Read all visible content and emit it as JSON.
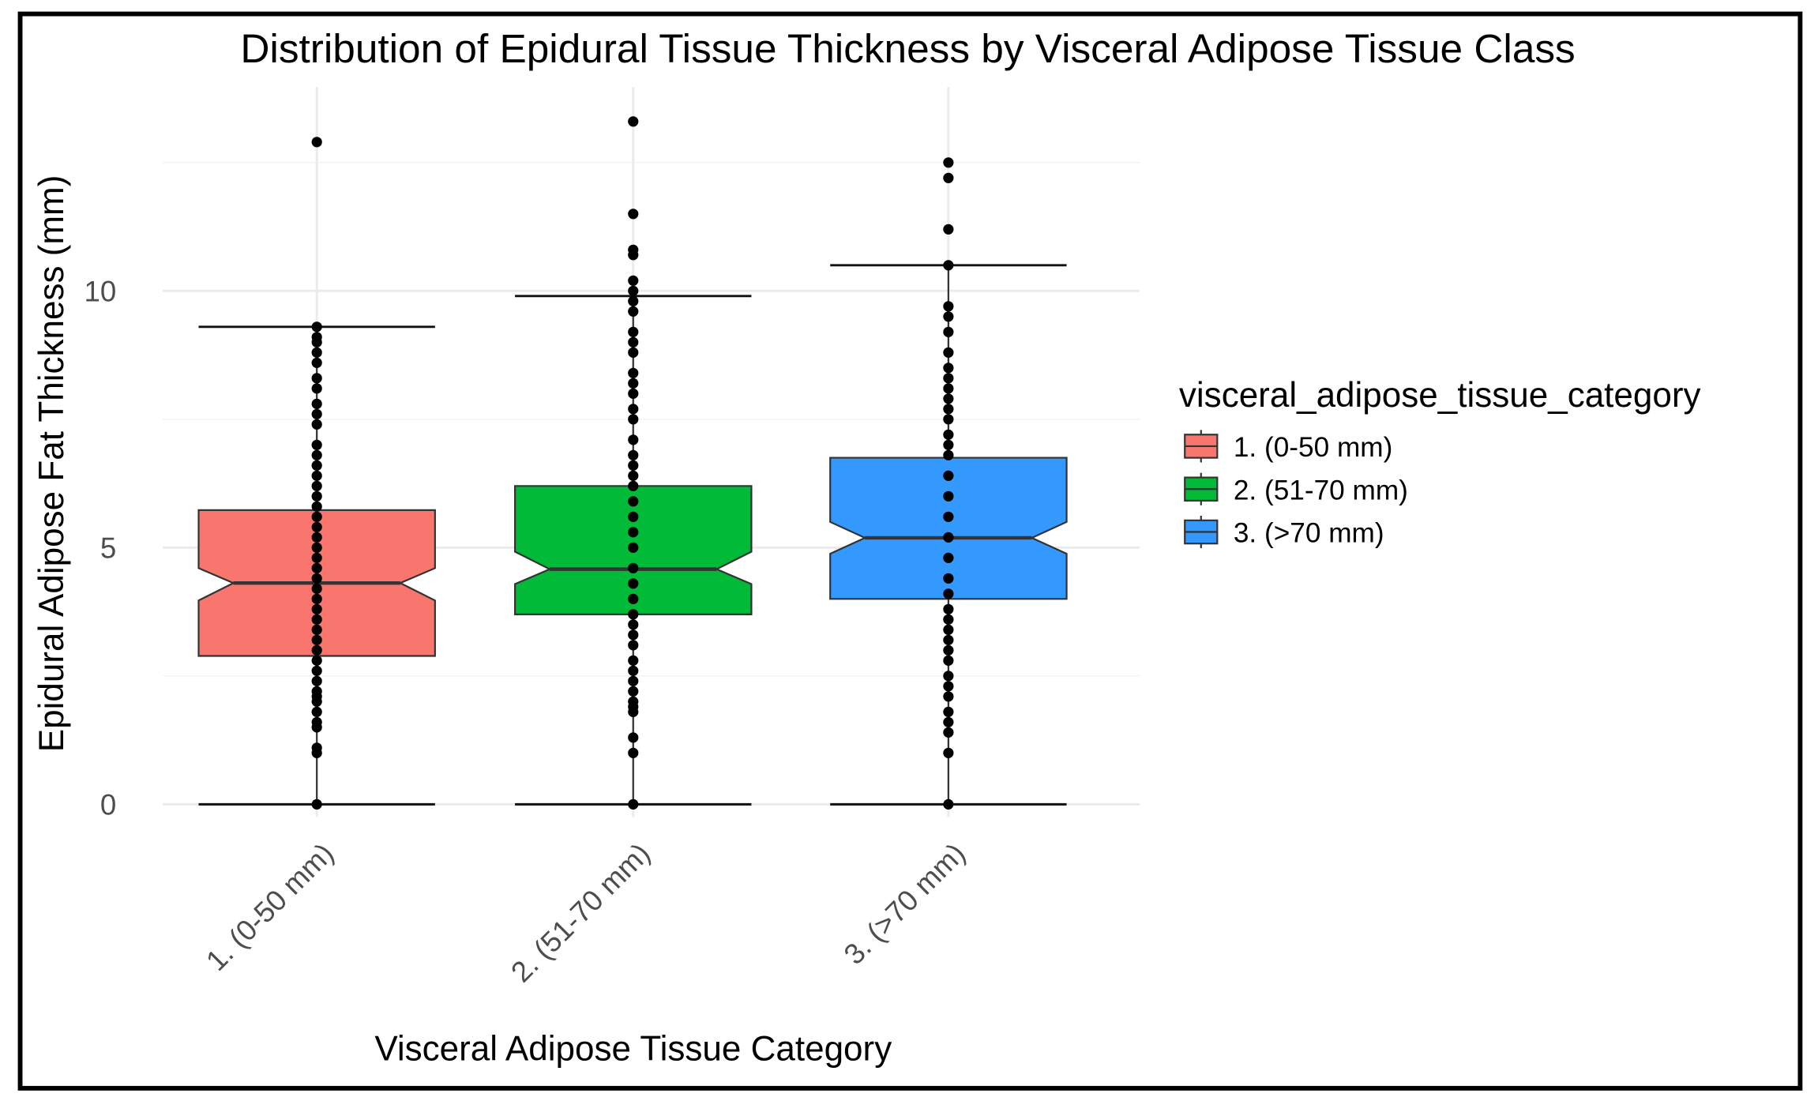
{
  "chart_data": {
    "type": "boxplot",
    "title": "Distribution of Epidural Tissue Thickness by Visceral Adipose Tissue Class",
    "xlabel": "Visceral Adipose Tissue Category",
    "ylabel": "Epidural Adipose Fat Thickness (mm)",
    "ylim": [
      -0.3,
      14
    ],
    "yticks": [
      0,
      5,
      10
    ],
    "ytick_labels": [
      "0",
      "5",
      "10"
    ],
    "grid": true,
    "notched": true,
    "legend": {
      "title": "visceral_adipose_tissue_category",
      "placement": "right"
    },
    "categories": [
      "1. (0-50 mm)",
      "2. (51-70 mm)",
      "3. (>70 mm)"
    ],
    "series": [
      {
        "name": "1. (0-50 mm)",
        "color": "#F8766D",
        "whisker_low": 0,
        "q1": 2.89,
        "median": 4.31,
        "q3": 5.73,
        "whisker_high": 9.3,
        "notch_low": 3.97,
        "notch_high": 4.6,
        "points": [
          0,
          1.0,
          1.1,
          1.5,
          1.6,
          1.8,
          2.0,
          2.1,
          2.2,
          2.4,
          2.6,
          2.8,
          3.0,
          3.2,
          3.4,
          3.6,
          3.8,
          4.0,
          4.2,
          4.4,
          4.6,
          4.8,
          5.0,
          5.2,
          5.4,
          5.6,
          5.8,
          6.0,
          6.2,
          6.4,
          6.6,
          6.8,
          7.0,
          7.4,
          7.6,
          7.8,
          8.1,
          8.3,
          8.6,
          8.8,
          9.0,
          9.1,
          9.3,
          12.9
        ]
      },
      {
        "name": "2. (51-70 mm)",
        "color": "#00BA38",
        "whisker_low": 0,
        "q1": 3.7,
        "median": 4.58,
        "q3": 6.2,
        "whisker_high": 9.9,
        "notch_low": 4.29,
        "notch_high": 4.92,
        "points": [
          0,
          1.0,
          1.3,
          1.8,
          1.9,
          2.0,
          2.2,
          2.4,
          2.6,
          2.8,
          3.1,
          3.3,
          3.5,
          3.7,
          4.0,
          4.3,
          4.6,
          5.0,
          5.3,
          5.6,
          5.9,
          6.2,
          6.4,
          6.6,
          6.8,
          7.1,
          7.5,
          7.7,
          8.0,
          8.2,
          8.4,
          8.8,
          9.0,
          9.2,
          9.6,
          9.8,
          10.0,
          10.2,
          10.7,
          10.8,
          11.5,
          13.3
        ]
      },
      {
        "name": "3. (>70 mm)",
        "color": "#3399FF",
        "whisker_low": 0,
        "q1": 4.0,
        "median": 5.19,
        "q3": 6.75,
        "whisker_high": 10.5,
        "notch_low": 4.88,
        "notch_high": 5.5,
        "points": [
          0,
          1.0,
          1.4,
          1.6,
          1.8,
          2.1,
          2.3,
          2.5,
          2.8,
          3.0,
          3.2,
          3.4,
          3.6,
          3.8,
          4.1,
          4.4,
          4.8,
          5.2,
          5.6,
          6.0,
          6.4,
          6.8,
          7.0,
          7.2,
          7.5,
          7.7,
          7.9,
          8.1,
          8.3,
          8.5,
          8.8,
          9.2,
          9.5,
          9.7,
          10.5,
          11.2,
          12.2,
          12.5
        ]
      }
    ]
  }
}
